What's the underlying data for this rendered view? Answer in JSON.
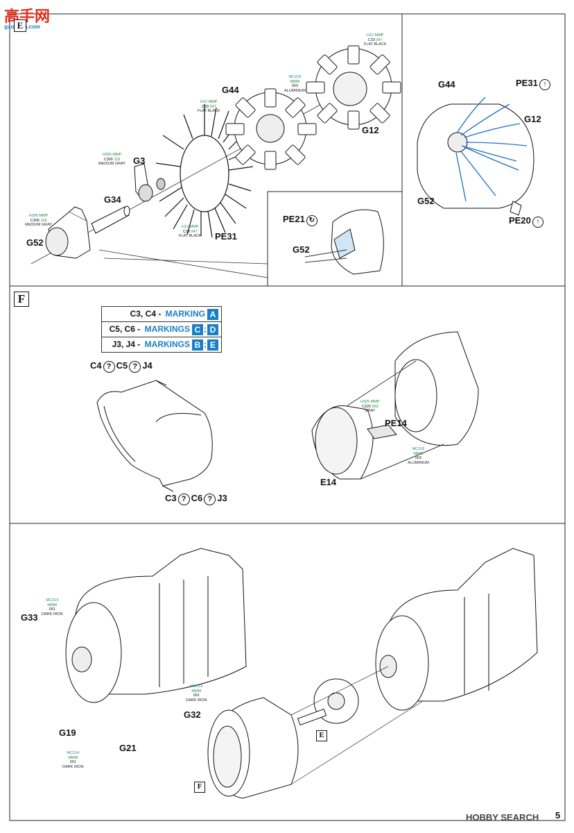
{
  "header": {
    "site_logo": "高手网",
    "site_url": "gaoshou.com"
  },
  "sections": {
    "E": {
      "letter": "E",
      "parts": {
        "g44": "G44",
        "g12": "G12",
        "g3": "G3",
        "g34": "G34",
        "g52": "G52",
        "pe31": "PE31"
      },
      "paints": {
        "g12": {
          "h": "H12",
          "g": "MMP",
          "c": "C33",
          "cg": "047",
          "name": "FLAT BLACK"
        },
        "alu": {
          "h": "MC218",
          "g": "MMM",
          "c": "003",
          "name": "ALUMINIUM"
        },
        "g44": {
          "h": "H12",
          "g": "MMP",
          "c": "C33",
          "cg": "047",
          "name": "FLAT BLACK"
        },
        "g3": {
          "h": "H306",
          "g": "MMP",
          "c": "C306",
          "cg": "118",
          "name": "MEDIUM GRAY"
        },
        "g52": {
          "h": "H306",
          "g": "MMP",
          "c": "C306",
          "cg": "118",
          "name": "MEDIUM GRAY"
        },
        "pe31": {
          "h": "H12",
          "g": "MMP",
          "c": "C33",
          "cg": "047",
          "name": "FLAT BLACK"
        }
      },
      "inset": {
        "pe21": "PE21",
        "g52": "G52"
      },
      "right": {
        "g44": "G44",
        "pe31": "PE31",
        "g12": "G12",
        "g52": "G52",
        "pe20": "PE20"
      }
    },
    "F": {
      "letter": "F",
      "markings": [
        {
          "parts": "C3, C4 -",
          "word": "MARKING",
          "boxes": [
            "A"
          ]
        },
        {
          "parts": "C5, C6 -",
          "word": "MARKINGS",
          "boxes": [
            "C",
            "D"
          ]
        },
        {
          "parts": "J3, J4 -",
          "word": "MARKINGS",
          "boxes": [
            "B",
            "E"
          ]
        }
      ],
      "top_left_label": {
        "a": "C4",
        "b": "C5",
        "c": "J4"
      },
      "bottom_left_label": {
        "a": "C3",
        "b": "C6",
        "c": "J3"
      },
      "pe14": "PE14",
      "e14": "E14",
      "paint_gray": {
        "h": "H325",
        "g": "MMP",
        "c": "C325",
        "cg": "063",
        "name": "GRAY"
      },
      "paint_alu": {
        "h": "MC218",
        "g": "MMM",
        "c": "003",
        "name": "ALUMINIUM"
      }
    },
    "final": {
      "g33": "G33",
      "g32": "G32",
      "g19": "G19",
      "g21": "G21",
      "paint_g33": {
        "h": "MC214",
        "g": "MMM",
        "c": "001",
        "name": "DARK IRON"
      },
      "paint_g32": {
        "h": "MC214",
        "g": "MMM",
        "c": "001",
        "name": "DARK IRON"
      },
      "paint_g19": {
        "h": "MC214",
        "g": "MMM",
        "c": "001",
        "name": "DARK IRON"
      },
      "box_e": "E",
      "box_f": "F"
    }
  },
  "footer": {
    "watermark": "HOBBY SEARCH",
    "page_number": "5"
  },
  "glyphs": {
    "question": "?",
    "arrow_up": "↑",
    "arrow_cw": "↻"
  }
}
